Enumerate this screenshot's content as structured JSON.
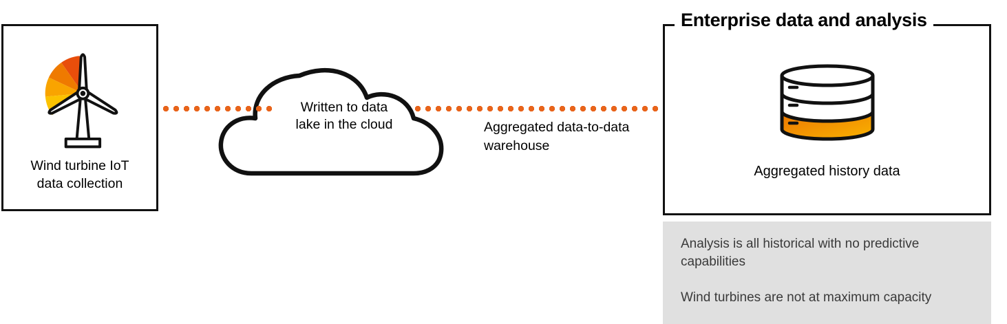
{
  "colors": {
    "accent_orange": "#E8641B",
    "outline": "#111111",
    "note_panel_bg": "#E0E0E0",
    "note_text": "#3A3A3A",
    "wedge_colors": [
      "#E84E0B",
      "#EF7A00",
      "#F9A400",
      "#FCC200"
    ],
    "db_gradient_start": "#EC7703",
    "db_gradient_end": "#F9B200"
  },
  "left_node": {
    "icon": "wind-turbine-icon",
    "label_line1": "Wind turbine IoT",
    "label_line2": "data collection"
  },
  "cloud_node": {
    "icon": "cloud-icon",
    "label_line1": "Written to data",
    "label_line2": "lake in the cloud"
  },
  "connector_label": {
    "line1": "Aggregated data-to-data",
    "line2": "warehouse"
  },
  "right_node": {
    "title": "Enterprise data and analysis",
    "icon": "database-icon",
    "label": "Aggregated history data"
  },
  "notes": [
    "Analysis is all historical with no predictive capabilities",
    "Wind turbines are not at maximum capacity"
  ]
}
